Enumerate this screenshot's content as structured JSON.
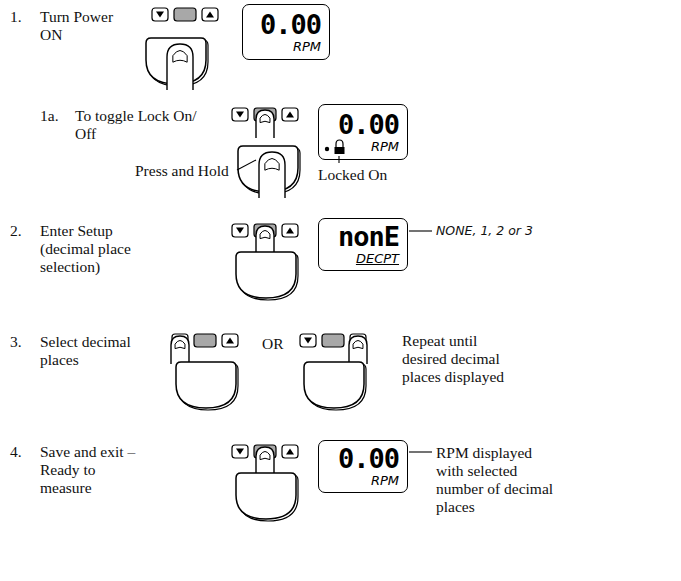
{
  "diagram": {
    "nodes": [
      {
        "text": [
          "0.00",
          "RPM"
        ]
      },
      {
        "text": [
          "0.00",
          "RPM"
        ]
      },
      {
        "text": [
          "nonE",
          "DECPT"
        ]
      },
      {
        "text": [
          "0.00",
          "RPM"
        ]
      }
    ],
    "labels": [
      "1.",
      "Turn Power ON",
      "1a.",
      "To toggle Lock On/ Off",
      "Press and Hold",
      "Locked On",
      "2.",
      "Enter Setup (decimal place selection)",
      "NONE, 1, 2 or 3",
      "3.",
      "Select decimal places",
      "OR",
      "Repeat until desired decimal places displayed",
      "4.",
      "Save and exit – Ready to measure",
      "RPM displayed with selected number of decimal places"
    ]
  }
}
